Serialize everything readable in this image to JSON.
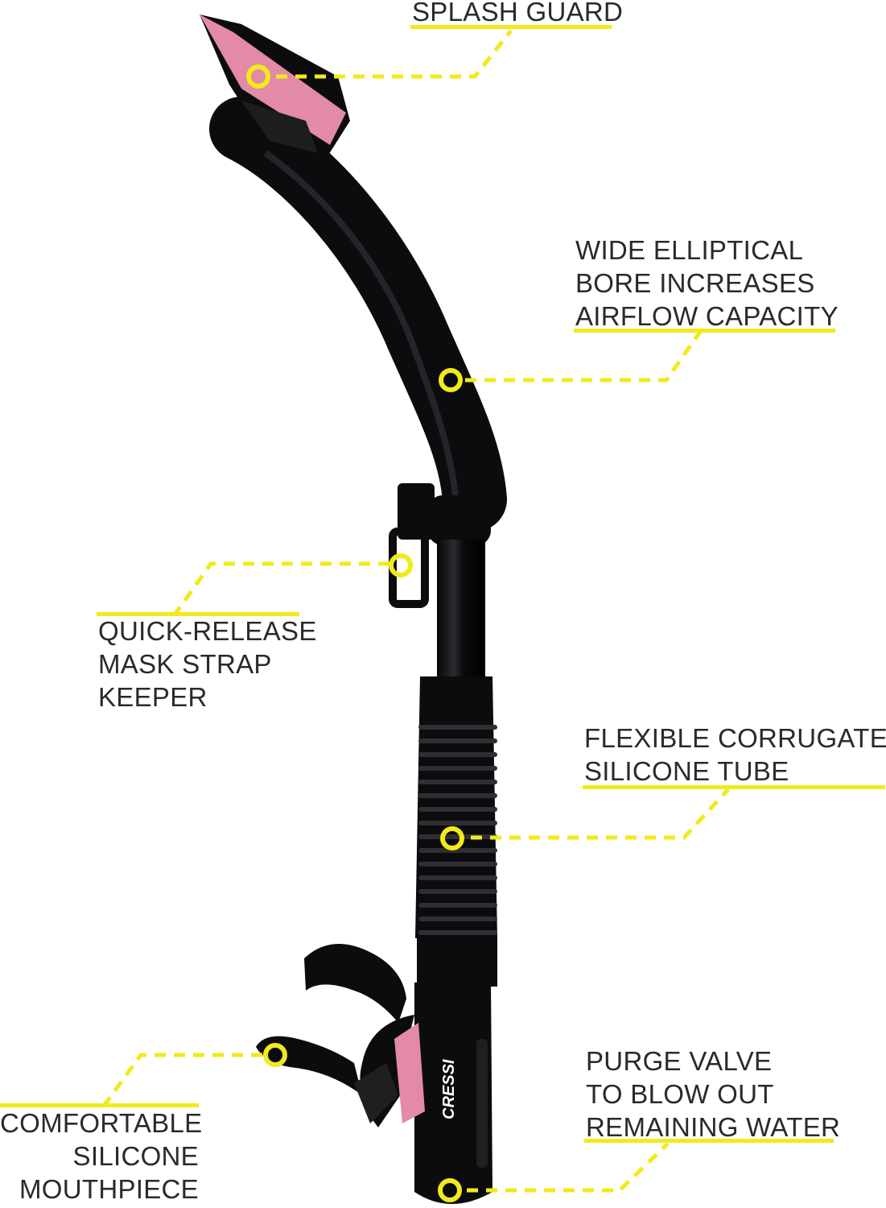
{
  "brand_mark": "CRESSI",
  "colors": {
    "accent": "#f1ea1c",
    "tube": "#0c0c0e",
    "pink": "#e28aa6",
    "text": "#2a2a2a"
  },
  "callouts": {
    "splash_guard": [
      "SPLASH GUARD"
    ],
    "bore": [
      "WIDE ELLIPTICAL",
      "BORE INCREASES",
      "AIRFLOW CAPACITY"
    ],
    "keeper": [
      "QUICK-RELEASE",
      "MASK STRAP",
      "KEEPER"
    ],
    "tube": [
      "FLEXIBLE CORRUGATED",
      "SILICONE TUBE"
    ],
    "mouthpiece": [
      "COMFORTABLE",
      "SILICONE",
      "MOUTHPIECE"
    ],
    "purge": [
      "PURGE VALVE",
      "TO BLOW OUT",
      "REMAINING WATER"
    ]
  }
}
